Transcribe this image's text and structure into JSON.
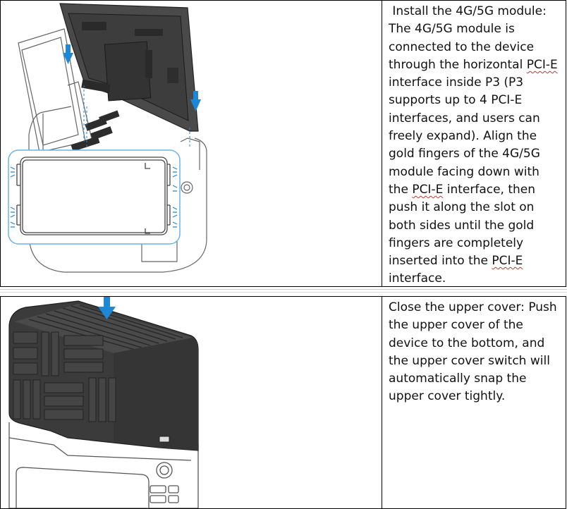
{
  "steps": [
    {
      "text_before_1": "Install the 4G/5G module: The 4G/5G module is connected to the device through the horizontal ",
      "term_pcie": "PCI-E",
      "text_before_2": " interface inside P3 (P3 supports up to 4 PCI-E interfaces, and users can freely expand). Align the gold fingers of the 4G/5G module facing down with the ",
      "text_before_3": " interface, then push it along the slot on both sides until the gold fingers are completely inserted into the ",
      "text_end": " interface."
    },
    {
      "text": "Close the upper cover: Push the upper cover of the device to the bottom, and the upper cover switch will automatically snap the upper cover tightly."
    }
  ],
  "colors": {
    "accent_blue": "#1e88d8",
    "cover_dark": "#3b3b3b",
    "line_gray": "#555555",
    "spellcheck_red": "#c0392b"
  }
}
